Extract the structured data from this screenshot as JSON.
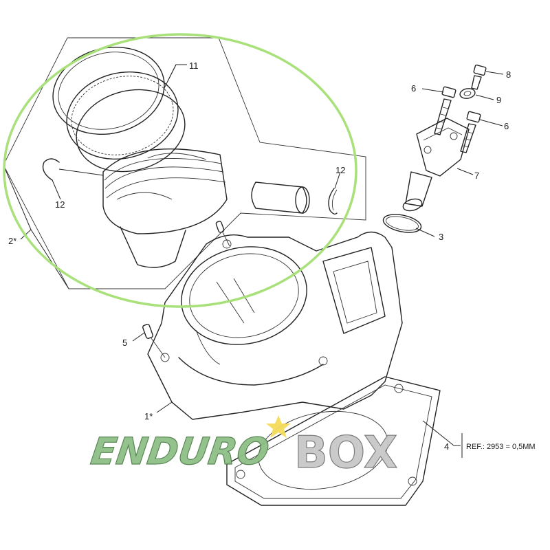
{
  "diagram": {
    "callouts": {
      "c1": "1*",
      "c2": "2*",
      "c3": "3",
      "c4": "4",
      "c5": "5",
      "c6a": "6",
      "c6b": "6",
      "c7": "7",
      "c8": "8",
      "c9": "9",
      "c11": "11",
      "c12a": "12",
      "c12b": "12"
    },
    "reference_note": "REF.: 2953 = 0,5MM"
  },
  "watermark": {
    "word1": "ENDURO",
    "word2": "BOX",
    "word1_color": "#8fbf86",
    "word2_color": "#c8c8c8",
    "star_color": "#f4dc5a"
  },
  "highlight": {
    "color": "#a8e07a"
  }
}
